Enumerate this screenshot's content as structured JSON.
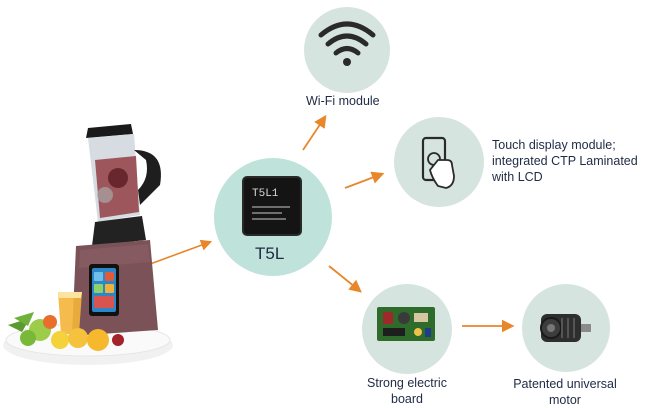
{
  "diagram": {
    "center": {
      "chip_text": "T5L1",
      "label": "T5L"
    },
    "nodes": {
      "wifi": {
        "label": "Wi-Fi module",
        "icon": "wifi-icon"
      },
      "touch": {
        "label_lines": [
          "Touch display module;",
          "integrated CTP Laminated",
          "with LCD"
        ],
        "icon": "touch-screen-icon"
      },
      "board": {
        "label_lines": [
          "Strong electric",
          "board"
        ],
        "icon": "circuit-board-icon"
      },
      "motor": {
        "label_lines": [
          "Patented universal",
          "motor"
        ],
        "icon": "motor-icon"
      }
    },
    "product": {
      "name": "blender-image"
    },
    "colors": {
      "arrow": "#e8862a",
      "circle": "#d6e4e0",
      "center_circle": "#bfe3da",
      "text": "#1f2a44"
    }
  }
}
